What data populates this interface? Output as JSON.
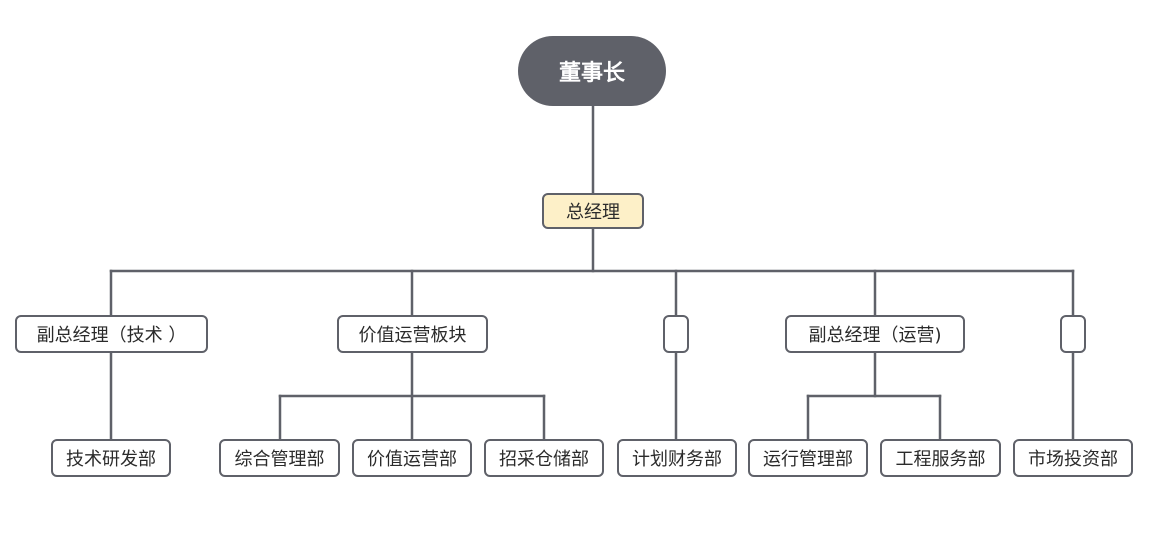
{
  "chairman": "董事长",
  "general_manager": "总经理",
  "level2": {
    "vp_tech": "副总经理（技术 ）",
    "value_ops": "价值运营板块",
    "blank_1": "",
    "vp_ops": "副总经理（运营)",
    "blank_2": ""
  },
  "departments": {
    "tech_rd": "技术研发部",
    "general_mgmt": "综合管理部",
    "value_ops_dept": "价值运营部",
    "procurement": "招采仓储部",
    "plan_finance": "计划财务部",
    "ops_mgmt": "运行管理部",
    "engineering": "工程服务部",
    "market_invest": "市场投资部"
  },
  "colors": {
    "line": "#5f6169",
    "root_fill": "#5f6169",
    "gm_fill": "#fdf0c8"
  }
}
